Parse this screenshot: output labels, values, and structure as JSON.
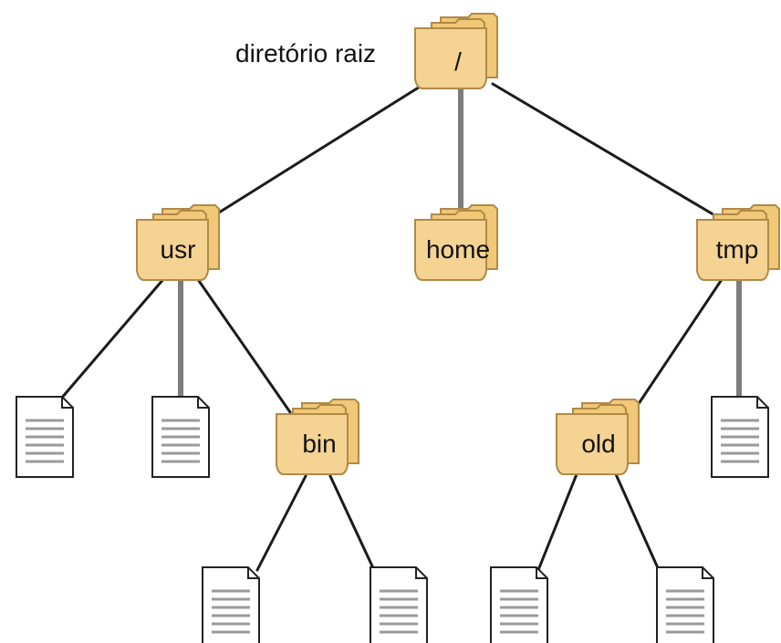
{
  "root_caption": "diretório raiz",
  "colors": {
    "folder_fill": "#f4d393",
    "folder_back": "#f0c877",
    "folder_stroke": "#b08a48",
    "edge_dark": "#1b1b1b",
    "edge_gray": "#7d7d7d",
    "doc_stroke": "#222222",
    "doc_lines": "#9a9a9a"
  },
  "folders": {
    "root": {
      "label": "/"
    },
    "usr": {
      "label": "usr"
    },
    "home": {
      "label": "home"
    },
    "tmp": {
      "label": "tmp"
    },
    "bin": {
      "label": "bin"
    },
    "old": {
      "label": "old"
    }
  },
  "files": [
    {
      "parent": "usr"
    },
    {
      "parent": "usr"
    },
    {
      "parent": "bin"
    },
    {
      "parent": "bin"
    },
    {
      "parent": "old"
    },
    {
      "parent": "old"
    },
    {
      "parent": "tmp"
    }
  ]
}
